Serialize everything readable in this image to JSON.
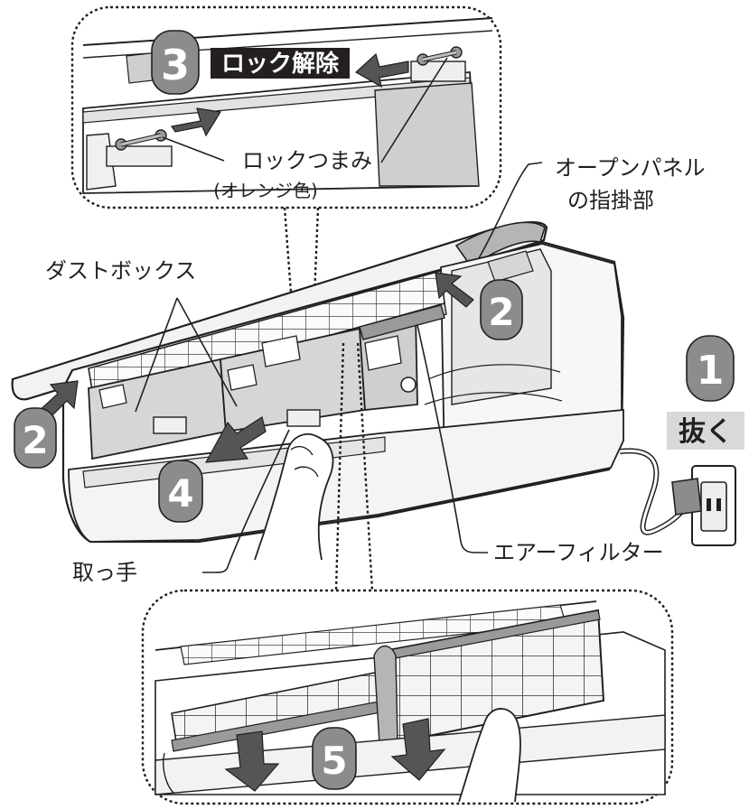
{
  "colors": {
    "line": "#231f20",
    "step_fill": "#8c8c8c",
    "arrow_fill": "#555555",
    "lock_label_bg": "#231f20",
    "unplug_bg": "#d9d9d9",
    "panel_light": "#f2f2f2",
    "panel_mid": "#d6d6d6",
    "panel_dark": "#b5b5b5"
  },
  "steps": {
    "step1": "1",
    "step2": "2",
    "step3": "3",
    "step4": "4",
    "step5": "5"
  },
  "labels": {
    "lock_release": "ロック解除",
    "lock_knob": "ロックつまみ",
    "lock_knob_color": "(オレンジ色)",
    "open_panel_line1": "オープンパネル",
    "open_panel_line2": "の指掛部",
    "dust_box": "ダストボックス",
    "unplug": "抜く",
    "handle": "取っ手",
    "air_filter": "エアーフィルター"
  }
}
